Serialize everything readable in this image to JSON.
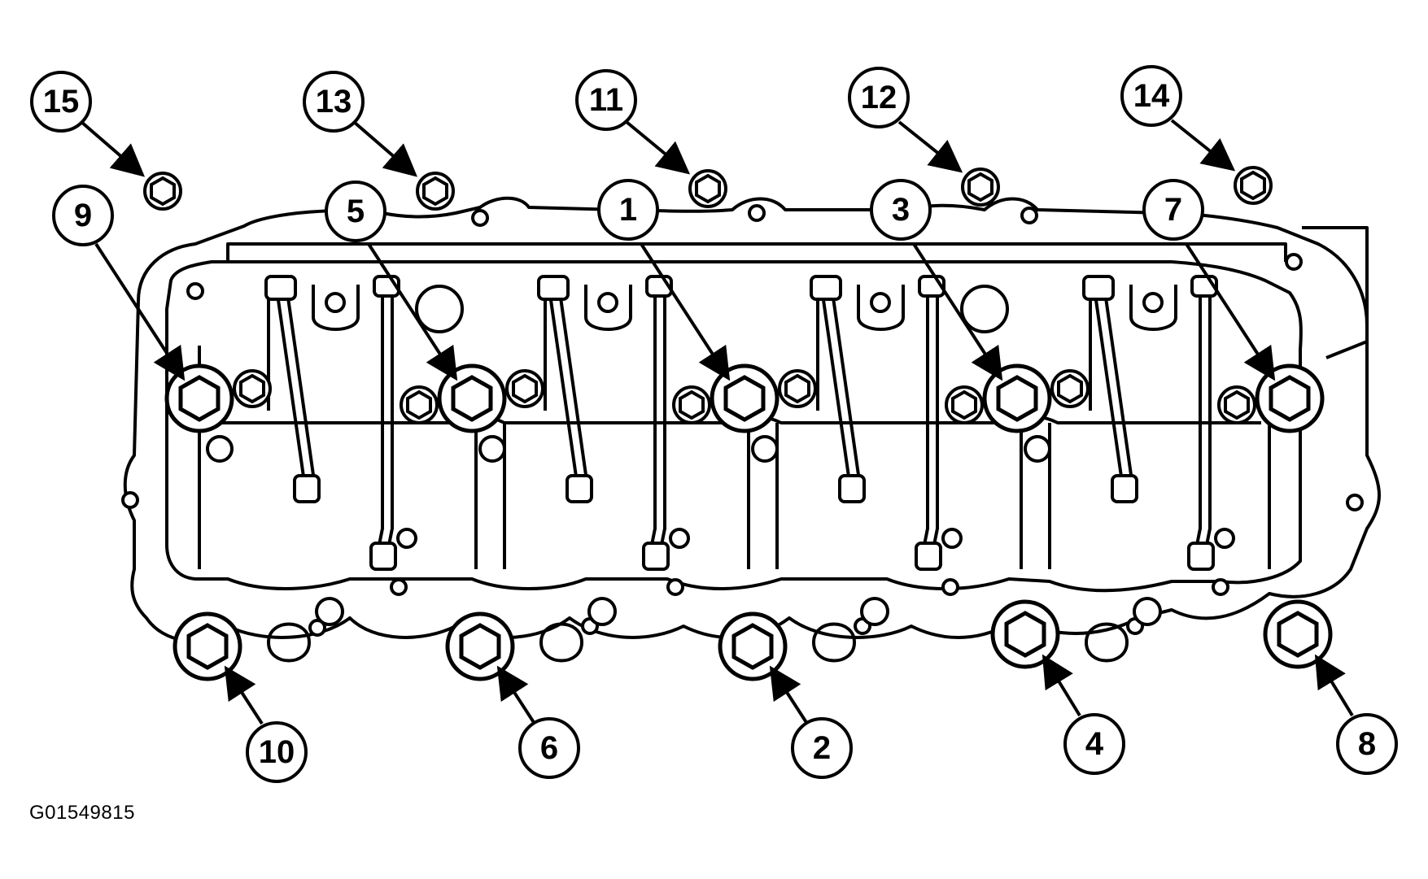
{
  "figure_id": "G01549815",
  "callouts": {
    "b15": "15",
    "b13": "13",
    "b11": "11",
    "b12": "12",
    "b14": "14",
    "b9": "9",
    "b5": "5",
    "b1": "1",
    "b3": "3",
    "b7": "7",
    "b10": "10",
    "b6": "6",
    "b2": "2",
    "b4": "4",
    "b8": "8"
  },
  "colors": {
    "line": "#000000",
    "fill": "#ffffff"
  }
}
